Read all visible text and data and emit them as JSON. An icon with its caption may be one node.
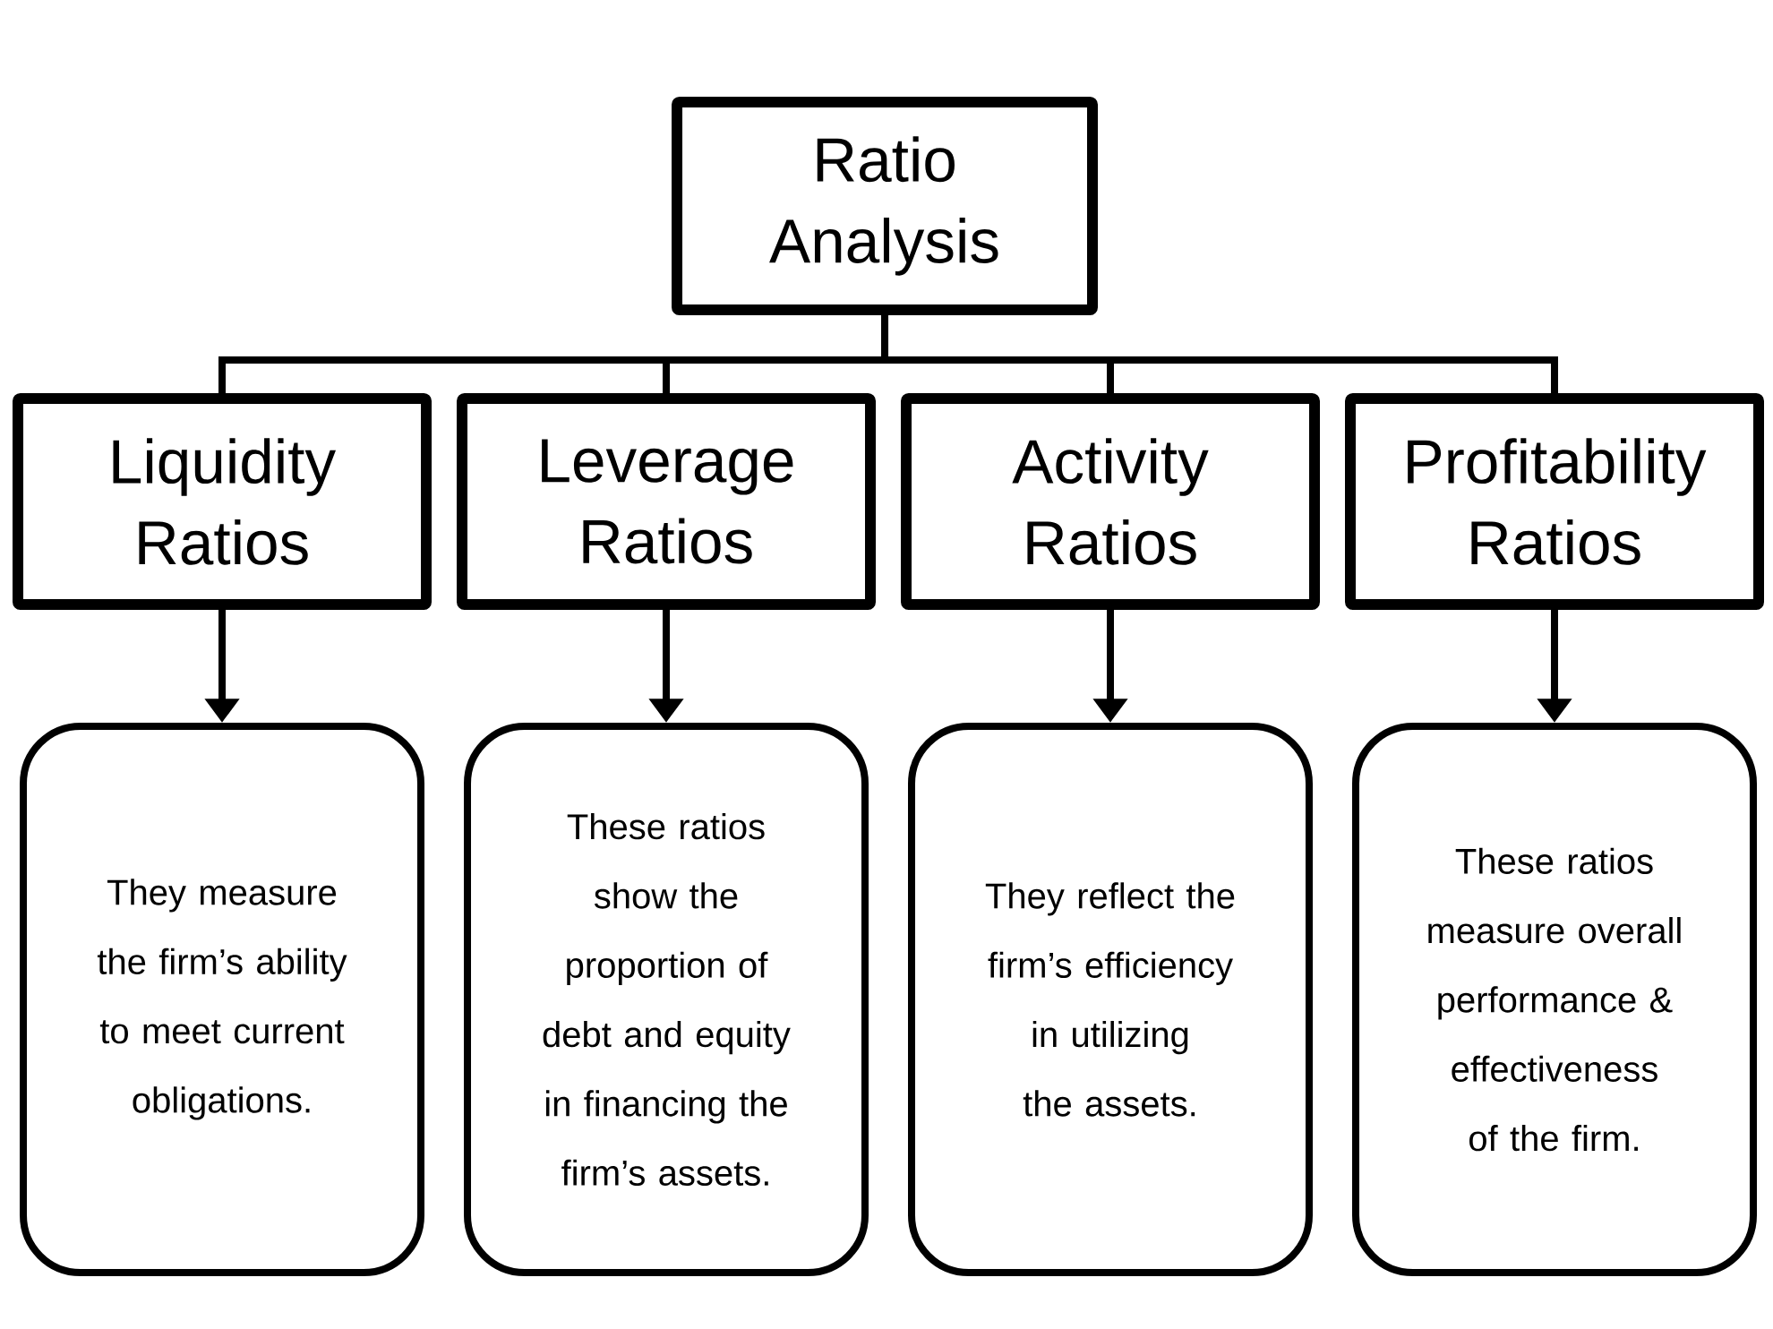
{
  "diagram": {
    "nodes": [
      {
        "text": [
          "Ratio Analysis"
        ]
      },
      {
        "text": [
          "Liquidity Ratios"
        ]
      },
      {
        "text": [
          "Leverage Ratios"
        ]
      },
      {
        "text": [
          "Activity Ratios"
        ]
      },
      {
        "text": [
          "Profitability Ratios"
        ]
      },
      {
        "text": [
          "They measure the firm’s ability to meet current obligations."
        ]
      },
      {
        "text": [
          "These ratios show the proportion of debt and equity in financing the firm’s assets."
        ]
      },
      {
        "text": [
          "They reflect the firm’s efficiency in utilizing the assets."
        ]
      },
      {
        "text": [
          "These ratios measure overall performance & effectiveness of the firm."
        ]
      }
    ],
    "edges": [
      {
        "from": 0,
        "to": 1,
        "arrow": "none"
      },
      {
        "from": 0,
        "to": 2,
        "arrow": "none"
      },
      {
        "from": 0,
        "to": 3,
        "arrow": "none"
      },
      {
        "from": 0,
        "to": 4,
        "arrow": "none"
      },
      {
        "from": 1,
        "to": 5,
        "arrow": "to"
      },
      {
        "from": 2,
        "to": 6,
        "arrow": "to"
      },
      {
        "from": 3,
        "to": 7,
        "arrow": "to"
      },
      {
        "from": 4,
        "to": 8,
        "arrow": "to"
      }
    ]
  }
}
